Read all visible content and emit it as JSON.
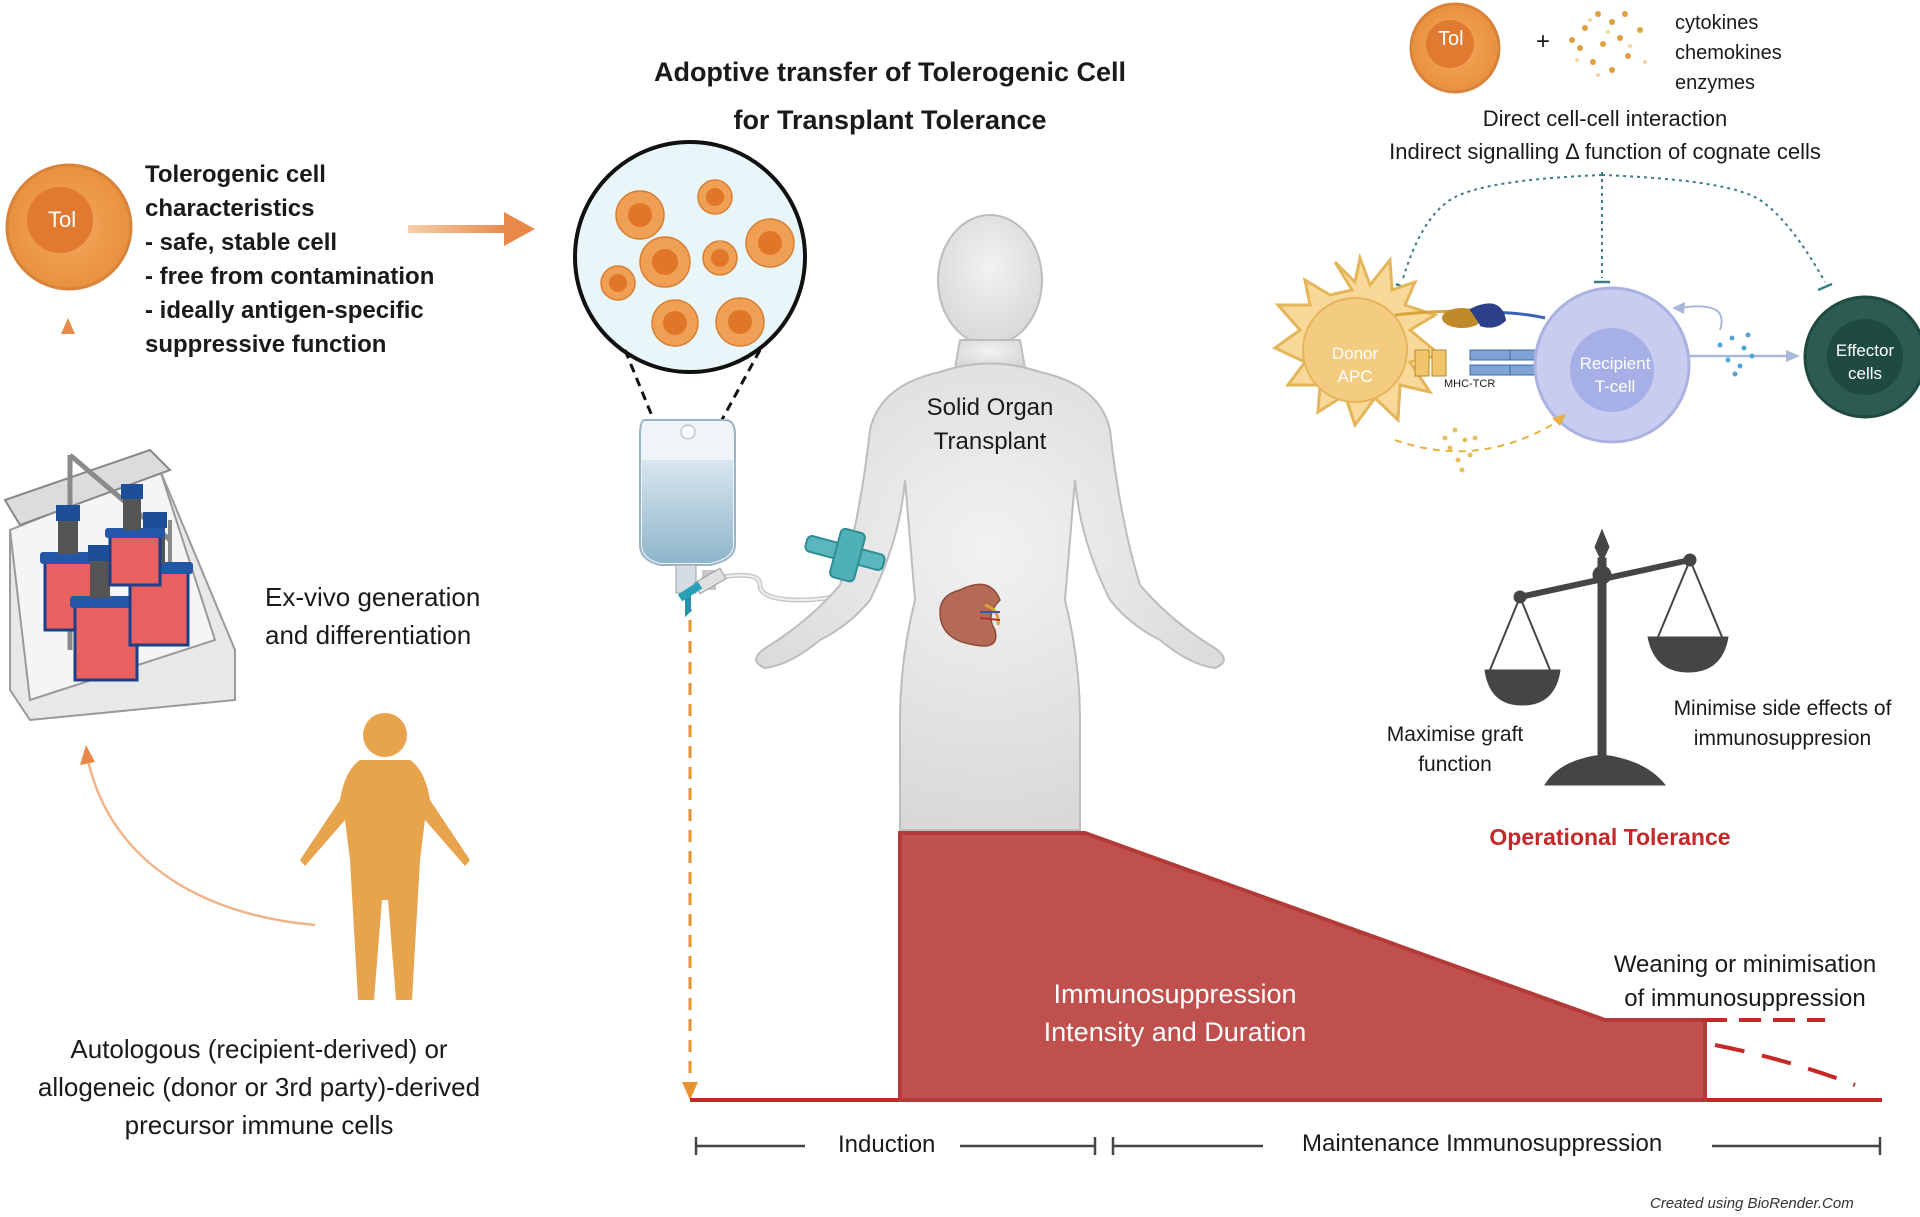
{
  "title": {
    "line1": "Adoptive transfer of Tolerogenic Cell",
    "line2": "for Transplant Tolerance"
  },
  "tol_cell": {
    "label": "Tol"
  },
  "tol_characteristics": {
    "line1": "Tolerogenic cell",
    "line2": "characteristics",
    "line3": "- safe, stable cell",
    "line4": "- free from contamination",
    "line5": "- ideally antigen-specific",
    "line6": "suppressive function"
  },
  "exvivo": {
    "line1": "Ex-vivo generation",
    "line2": "and differentiation"
  },
  "precursor": {
    "line1": "Autologous (recipient-derived) or",
    "line2": "allogeneic (donor or 3rd party)-derived",
    "line3": "precursor immune cells"
  },
  "organ": {
    "line1": "Solid Organ",
    "line2": "Transplant"
  },
  "mechanism": {
    "tol_label": "Tol",
    "plus": "+",
    "factor1": "cytokines",
    "factor2": "chemokines",
    "factor3": "enzymes",
    "line1": "Direct cell-cell interaction",
    "line2": "Indirect signalling Δ function of cognate cells",
    "donor_apc_1": "Donor",
    "donor_apc_2": "APC",
    "recipient_1": "Recipient",
    "recipient_2": "T-cell",
    "effector_1": "Effector",
    "effector_2": "cells",
    "mhc_tcr": "MHC-TCR"
  },
  "balance": {
    "left_1": "Maximise graft",
    "left_2": "function",
    "right_1": "Minimise side effects of",
    "right_2": "immunosuppresion",
    "tolerance": "Operational Tolerance"
  },
  "immuno": {
    "line1": "Immunosuppression",
    "line2": "Intensity and Duration",
    "weaning_1": "Weaning or minimisation",
    "weaning_2": "of immunosuppression"
  },
  "timeline": {
    "induction": "Induction",
    "maintenance": "Maintenance Immunosuppression"
  },
  "credit": "Created using  BioRender.Com",
  "colors": {
    "orange": "#e8a04c",
    "orange_dark": "#e07a30",
    "red": "#c0504d",
    "red_line": "#c62828",
    "teal": "#2e6b5e",
    "blue_cell": "#c5cbe8",
    "tolerance_red": "#c62828"
  }
}
